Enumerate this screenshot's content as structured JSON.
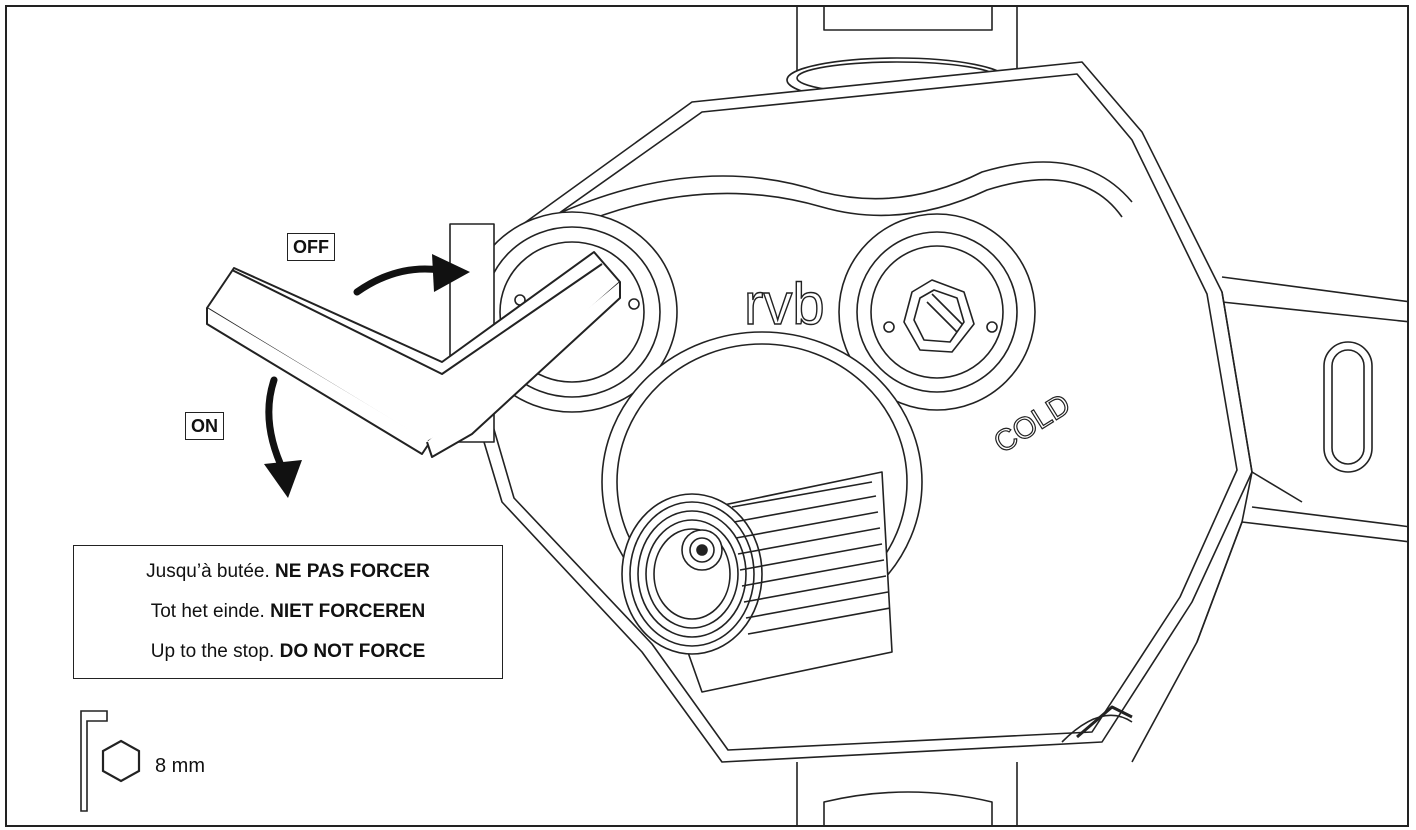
{
  "labels": {
    "off": "OFF",
    "on": "ON",
    "brand": "rvb",
    "cold": "COLD"
  },
  "instructions": [
    {
      "text": "Jusqu’à butée. ",
      "bold": "NE PAS FORCER"
    },
    {
      "text": "Tot het einde. ",
      "bold": "NIET FORCEREN"
    },
    {
      "text": "Up to the stop. ",
      "bold": "DO NOT FORCE"
    }
  ],
  "tool": {
    "size": "8 mm",
    "icon": "hex-key-icon"
  },
  "colors": {
    "line": "#222222",
    "arrow": "#111111",
    "background": "#ffffff"
  }
}
